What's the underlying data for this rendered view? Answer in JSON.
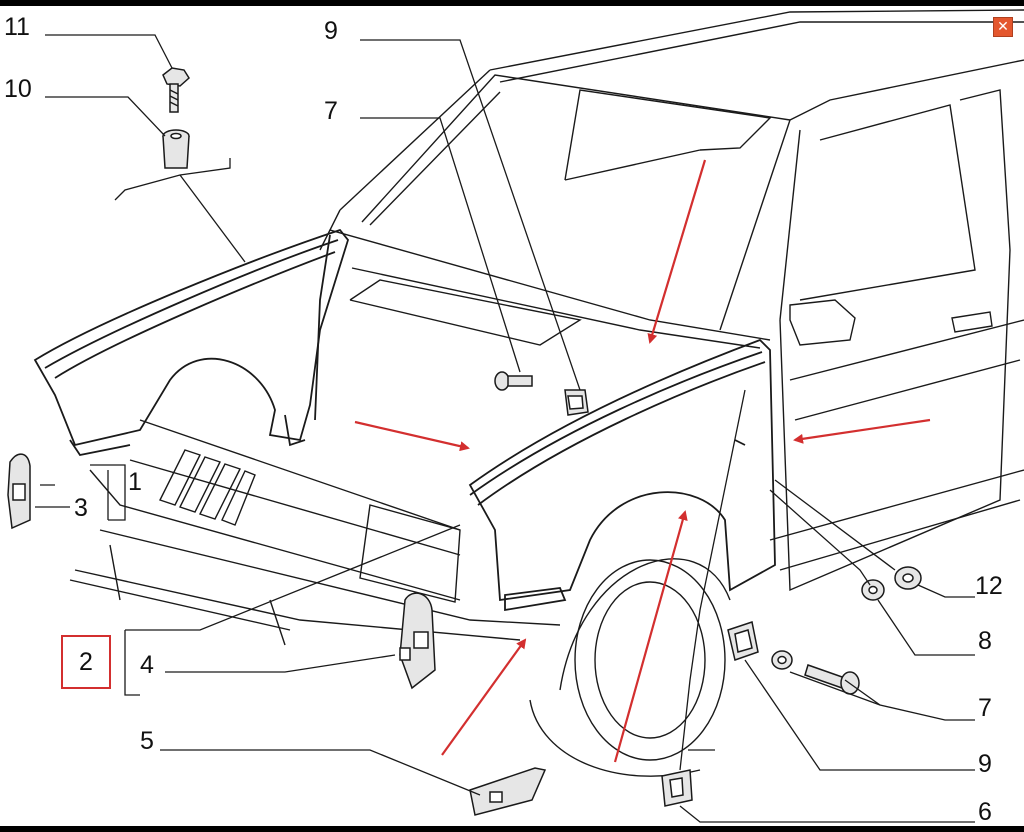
{
  "window": {
    "close_icon": "close-icon",
    "close_glyph": "✕",
    "close_color": "#e4572e"
  },
  "diagram": {
    "line_color": "#1a1a1a",
    "arrow_color": "#d32f2f",
    "highlight_color": "#d32f2f",
    "callouts": {
      "c11": "11",
      "c10": "10",
      "c9_top": "9",
      "c7_top": "7",
      "c1": "1",
      "c3": "3",
      "c2": "2",
      "c4": "4",
      "c5": "5",
      "c12": "12",
      "c8": "8",
      "c7_bottom": "7",
      "c9_bottom": "9",
      "c6": "6"
    },
    "highlighted_callout": "2"
  }
}
